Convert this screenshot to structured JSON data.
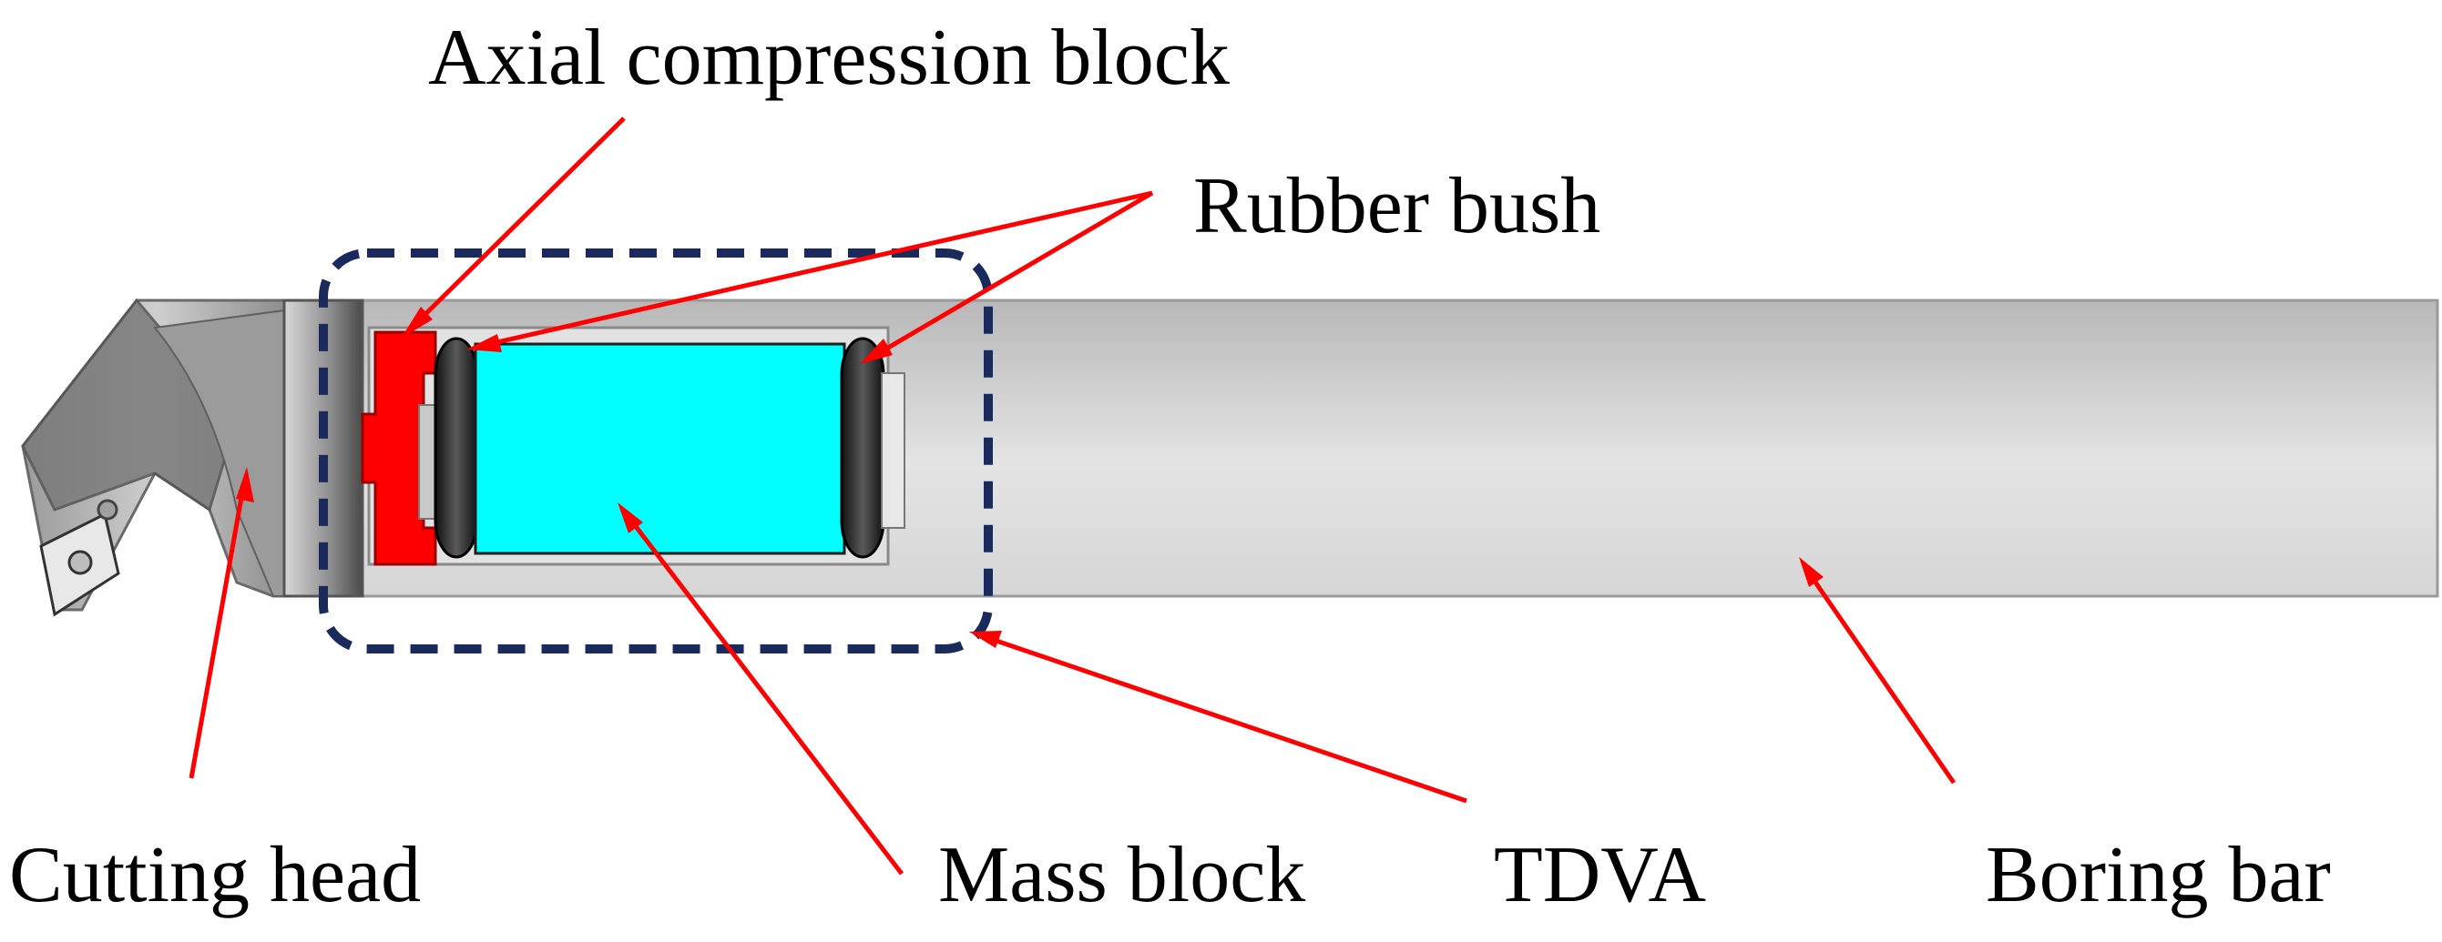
{
  "labels": {
    "axial_compression_block": "Axial compression block",
    "rubber_bush": "Rubber bush",
    "cutting_head": "Cutting head",
    "mass_block": "Mass block",
    "tdva": "TDVA",
    "boring_bar": "Boring bar"
  },
  "colors": {
    "arrow": "#ff0000",
    "tdva_outline": "#1b2a5c",
    "compression_block": "#ff0000",
    "mass_block": "#00ffff",
    "rubber_bush": "#2a2a2a",
    "boring_bar": "#d2d2d2"
  }
}
